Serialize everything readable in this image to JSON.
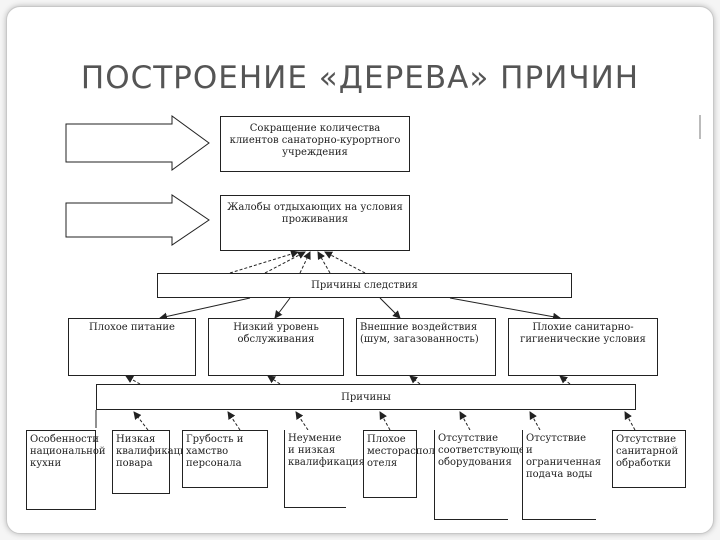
{
  "title": "ПОСТРОЕНИЕ «ДЕРЕВА» ПРИЧИН",
  "effects": {
    "top1": "Сокращение количества клиентов санаторно-курортного учреждения",
    "top2": "Жалобы отдыхающих на условия проживания"
  },
  "consequences_label": "Причины следствия",
  "categories": [
    "Плохое питание",
    "Низкий уровень обслуживания",
    "Внешние воздействия (шум, загазованность)",
    "Плохие санитарно-гигиенические условия"
  ],
  "causes_label": "Причины",
  "causes": [
    "Особенности национальной кухни",
    "Низкая квалификация повара",
    "Грубость и хамство персонала",
    "Неумение и низкая квалификация",
    "Плохое месторасположение отеля",
    "Отсутствие соответствующего оборудования",
    "Отсутствие и ограниченная подача воды",
    "Отсутствие санитарной обработки"
  ]
}
